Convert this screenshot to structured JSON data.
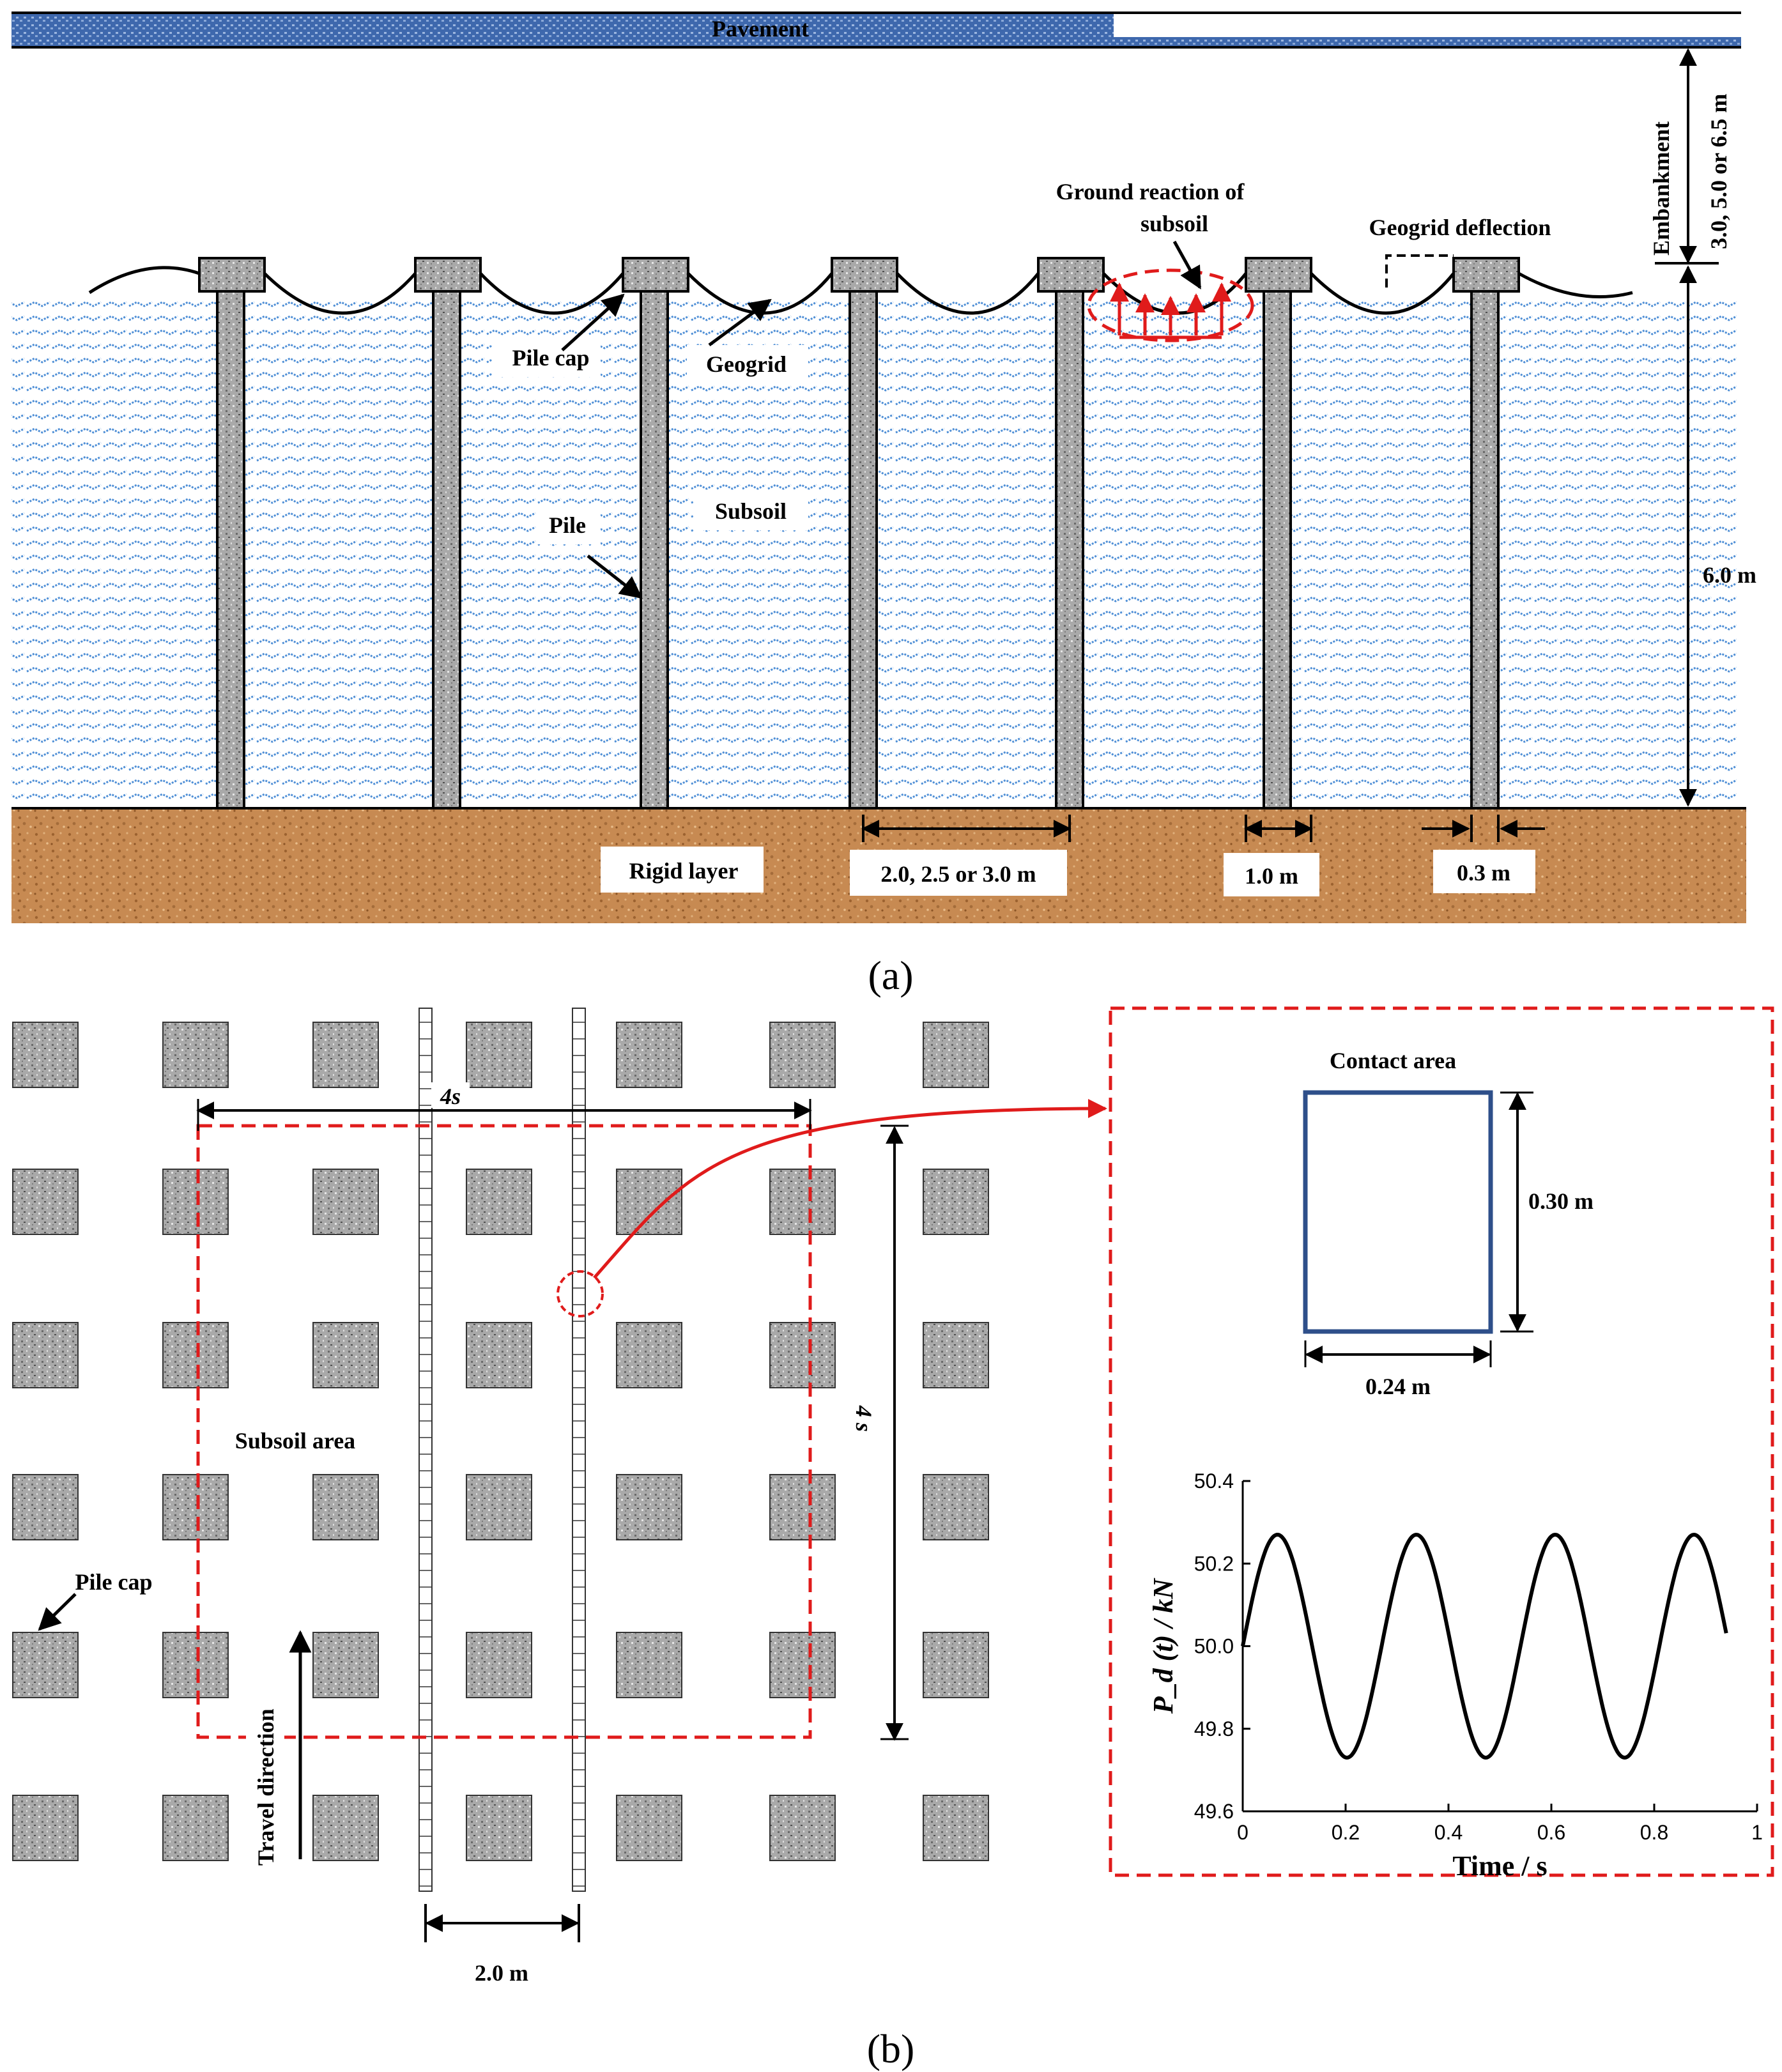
{
  "panel_a": {
    "label": "(a)",
    "pavement": "Pavement",
    "embankment_label": "Embankment",
    "embankment_height": "3.0, 5.0 or 6.5 m",
    "ground_reaction_line1": "Ground reaction of",
    "ground_reaction_line2": "subsoil",
    "geogrid_deflection": "Geogrid deflection",
    "pile_cap": "Pile cap",
    "geogrid": "Geogrid",
    "subsoil": "Subsoil",
    "pile": "Pile",
    "subsoil_depth": "6.0 m",
    "rigid_layer": "Rigid layer",
    "pile_spacing": "2.0, 2.5 or 3.0 m",
    "cap_width": "1.0 m",
    "pile_width": "0.3 m"
  },
  "panel_b": {
    "label": "(b)",
    "span_horizontal": "4s",
    "span_vertical": "4 s",
    "subsoil_area": "Subsoil area",
    "pile_cap": "Pile cap",
    "travel_direction": "Travel direction",
    "track_gauge": "2.0 m",
    "contact_area_title": "Contact area",
    "contact_length": "0.30 m",
    "contact_width": "0.24 m",
    "colors": {
      "highlight": "#e01b1b",
      "contact_box": "#2e4f8a"
    }
  },
  "chart_data": {
    "type": "line",
    "xlabel": "Time / s",
    "ylabel": "P_d (t) / kN",
    "xlim": [
      0,
      1
    ],
    "ylim": [
      49.6,
      50.4
    ],
    "x_ticks": [
      "0",
      "0.2",
      "0.4",
      "0.6",
      "0.8",
      "1"
    ],
    "y_ticks": [
      "49.6",
      "49.8",
      "50.0",
      "50.2",
      "50.4"
    ],
    "series": [
      {
        "function": "sine",
        "mean": 50.0,
        "amplitude": 0.27,
        "period": 0.27,
        "x_range": [
          0,
          0.94
        ]
      }
    ]
  }
}
